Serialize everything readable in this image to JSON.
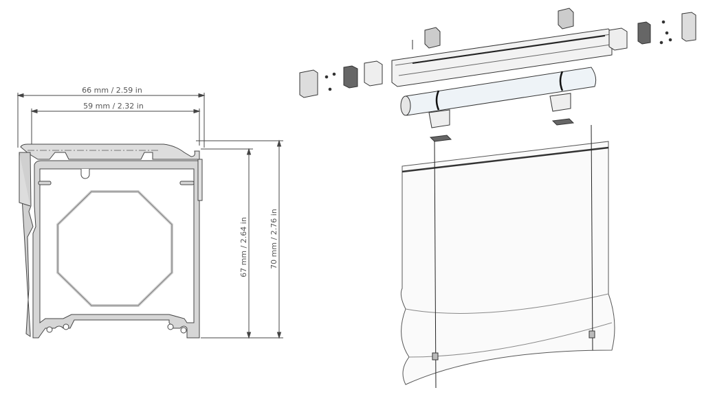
{
  "profile_view": {
    "dimensions": {
      "outer_width": "66 mm / 2.59 in",
      "inner_width": "59 mm / 2.32 in",
      "inner_height": "67 mm / 2.64 in",
      "outer_height": "70 mm / 2.76 in"
    }
  },
  "colors": {
    "line": "#333333",
    "fill_profile": "#d8d8d8",
    "fill_light": "#f4f4f4",
    "dim_text": "#555555"
  }
}
